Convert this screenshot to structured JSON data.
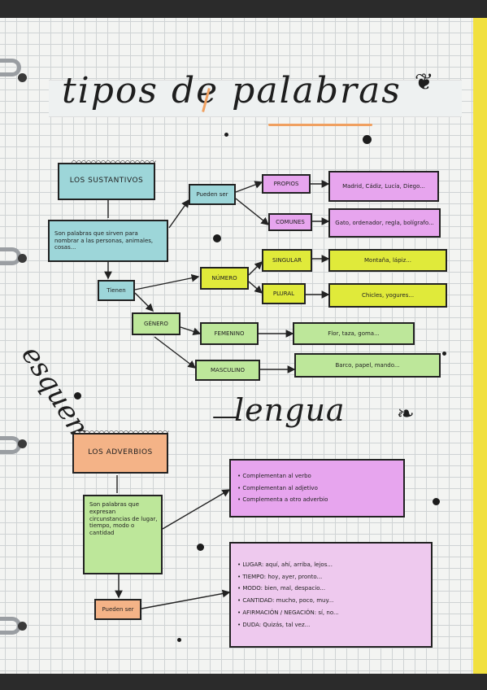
{
  "title": "tipos de palabras",
  "side_label": "esquemas",
  "subtitle": "lengua",
  "sustantivos": {
    "header": "LOS SUSTANTIVOS",
    "definition": "Son palabras que sirven para nombrar a las personas, animales, cosas...",
    "pueden_ser": "Pueden ser",
    "propios": "PROPIOS",
    "propios_examples": "Madrid, Cádiz, Lucía, Diego...",
    "comunes": "COMUNES",
    "comunes_examples": "Gato, ordenador, regla, bolígrafo...",
    "tienen": "Tienen",
    "numero": "NÚMERO",
    "singular": "SINGULAR",
    "singular_examples": "Montaña, lápiz...",
    "plural": "PLURAL",
    "plural_examples": "Chicles, yogures...",
    "genero": "GÉNERO",
    "femenino": "FEMENINO",
    "femenino_examples": "Flor, taza, goma...",
    "masculino": "MASCULINO",
    "masculino_examples": "Barco, papel, mando..."
  },
  "adverbios": {
    "header": "LOS ADVERBIOS",
    "definition": "Son palabras que expresan circunstancias de lugar, tiempo, modo o cantidad",
    "pueden_ser": "Pueden ser",
    "complementan": [
      "• Complementan al verbo",
      "• Complementan al adjetivo",
      "• Complementa a otro adverbio"
    ],
    "types": [
      "• LUGAR: aquí, ahí, arriba, lejos...",
      "• TIEMPO: hoy, ayer, pronto...",
      "• MODO: bien, mal, despacio...",
      "• CANTIDAD: mucho, poco, muy...",
      "• AFIRMACIÓN / NEGACIÓN: sí, no...",
      "• DUDA: Quizás, tal vez..."
    ]
  }
}
